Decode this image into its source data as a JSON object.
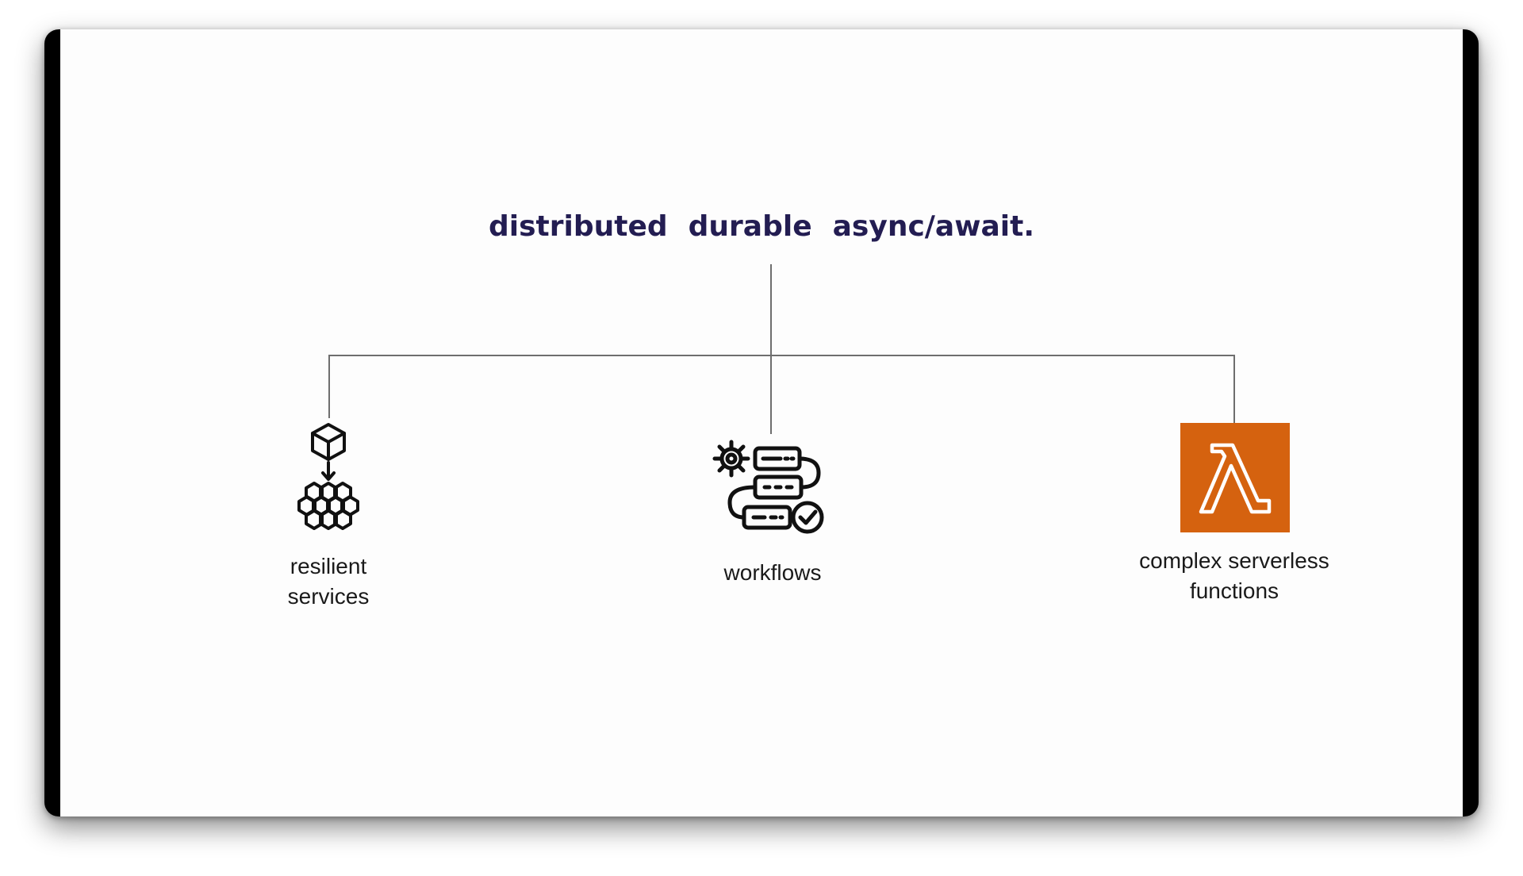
{
  "title": {
    "words": [
      "distributed",
      "durable",
      "async/await."
    ],
    "color": "#231d52"
  },
  "nodes": [
    {
      "id": "resilient-services",
      "label_lines": [
        "resilient",
        "services"
      ],
      "icon": "cube-into-cube-cluster-icon"
    },
    {
      "id": "workflows",
      "label_lines": [
        "workflows"
      ],
      "icon": "workflow-steps-icon"
    },
    {
      "id": "complex-serverless-functions",
      "label_lines": [
        "complex serverless",
        "functions"
      ],
      "icon": "aws-lambda-icon",
      "icon_color": "#d5620f"
    }
  ]
}
